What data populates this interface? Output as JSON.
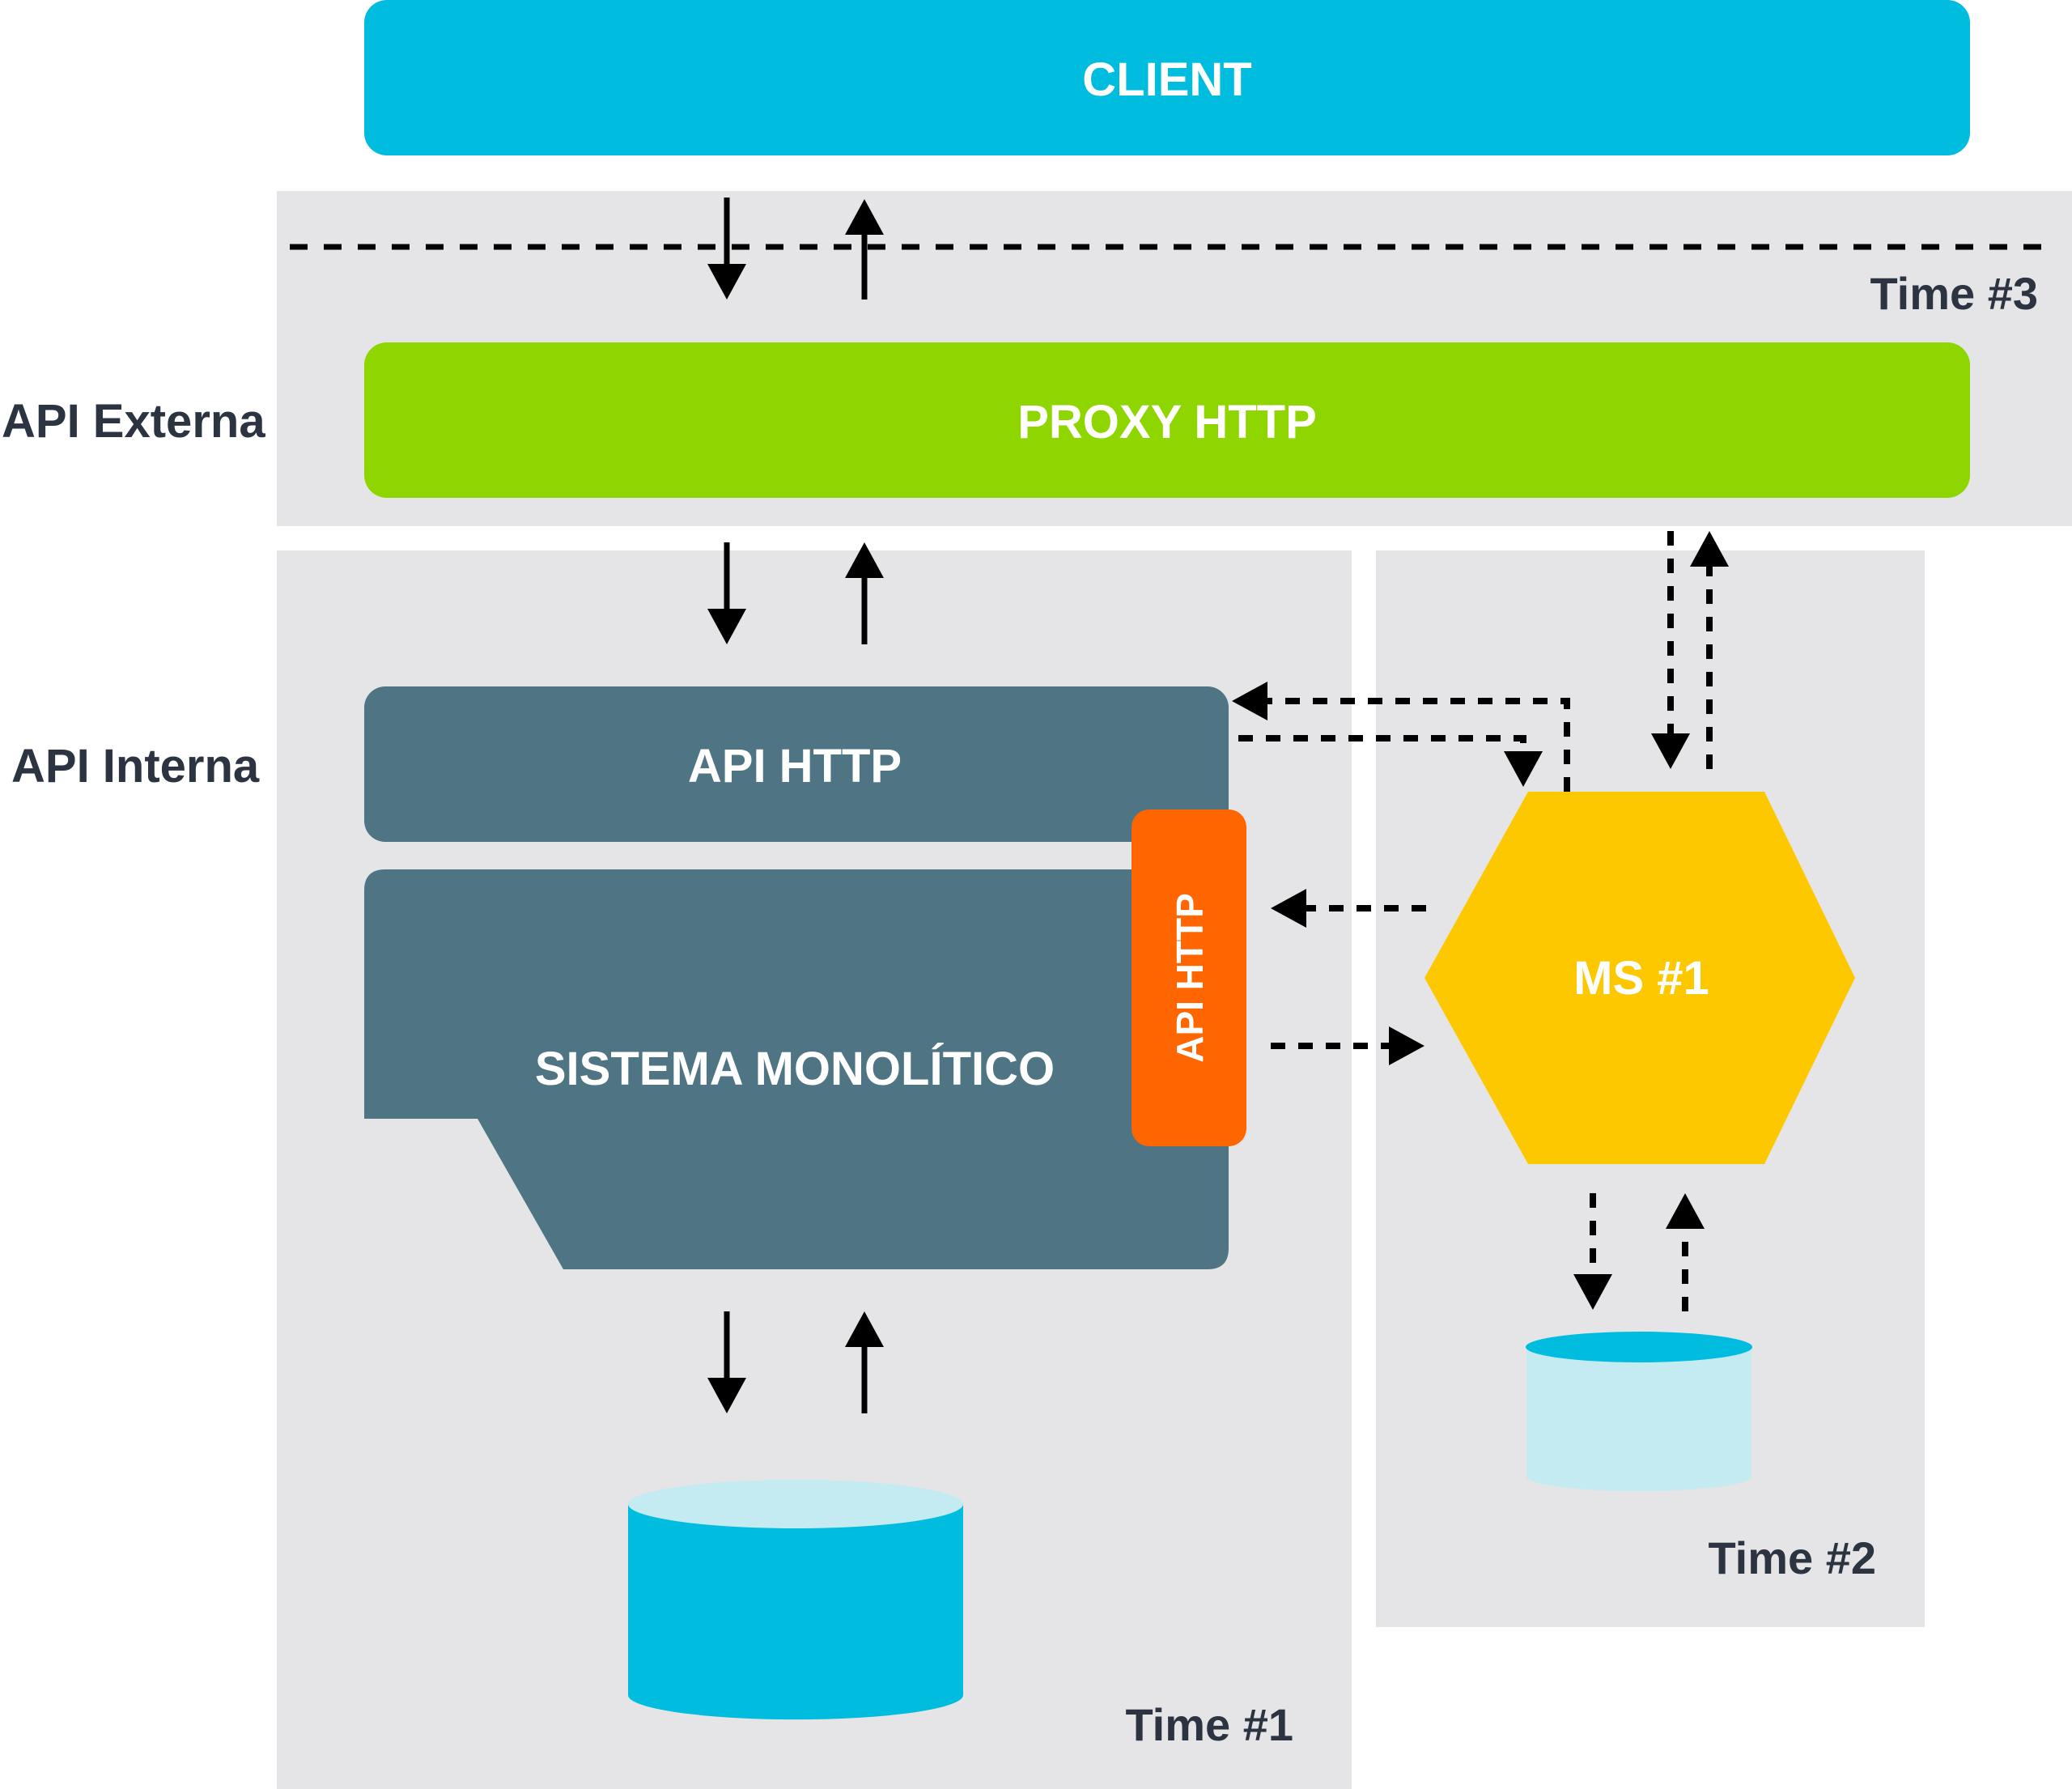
{
  "client": {
    "label": "CLIENT"
  },
  "proxy": {
    "label": "PROXY HTTP"
  },
  "layers": {
    "external": "API Externa",
    "internal": "API Interna"
  },
  "monolith": {
    "api_label": "API HTTP",
    "system_label": "SISTEMA MONOLÍTICO",
    "side_api_label": "API HTTP"
  },
  "microservice": {
    "label": "MS #1"
  },
  "teams": {
    "team1": "Time #1",
    "team2": "Time #2",
    "team3": "Time #3"
  },
  "colors": {
    "client": "#00bde0",
    "proxy": "#8fd600",
    "monolith": "#4f7584",
    "side_api": "#ff6600",
    "microservice": "#fdc800",
    "database_main": "#00bde0",
    "database_ms": "#c3ebf1",
    "team_area": "#e5e5e7"
  },
  "icons": {
    "arrows": "arrow-icon",
    "database": "database-icon"
  }
}
